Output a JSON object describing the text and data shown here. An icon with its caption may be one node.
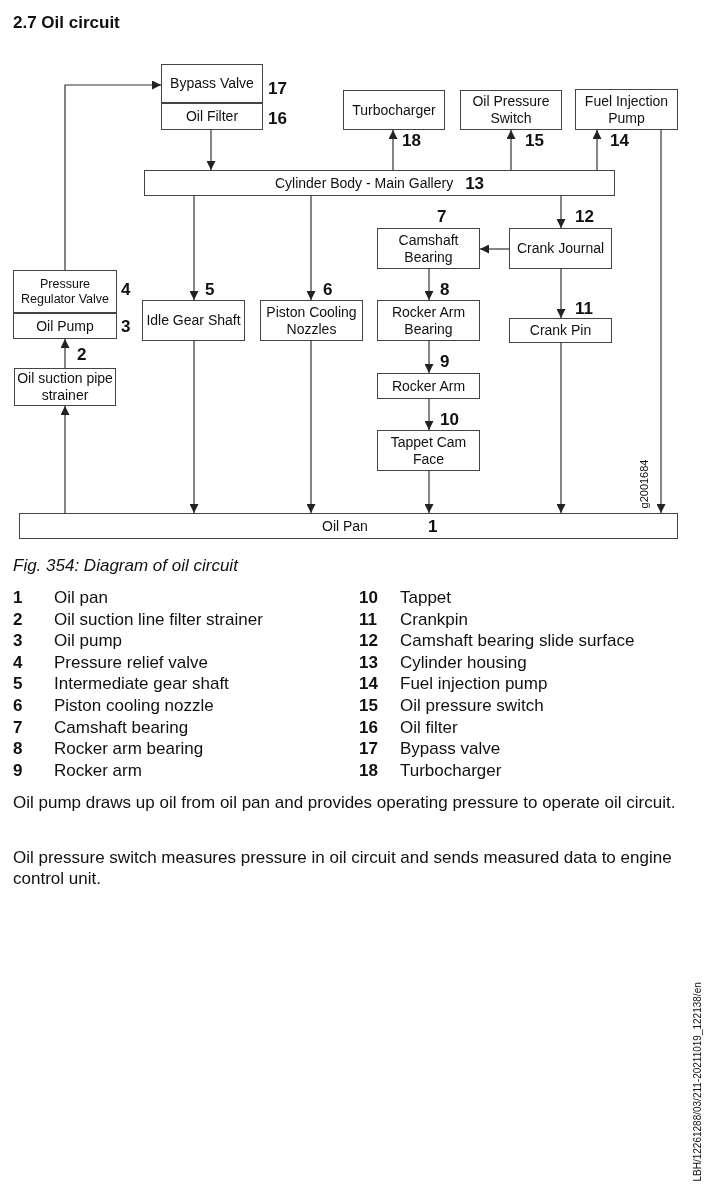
{
  "diagram": {
    "title": "2.7 Oil circuit",
    "caption": "Fig. 354: Diagram of oil circuit",
    "nodes": [
      {
        "text": [
          "Bypass Valve"
        ],
        "beside": [
          "17"
        ]
      },
      {
        "text": [
          "Oil Filter"
        ],
        "beside": [
          "16"
        ]
      },
      {
        "text": [
          "Turbocharger"
        ],
        "beside": [
          "18"
        ]
      },
      {
        "text": [
          "Oil Pressure Switch"
        ],
        "beside": [
          "15"
        ]
      },
      {
        "text": [
          "Fuel Injection Pump"
        ],
        "beside": [
          "14"
        ]
      },
      {
        "text": [
          "Cylinder Body - Main Gallery",
          "13"
        ]
      },
      {
        "text": [
          "Pressure Regulator Valve"
        ],
        "beside": [
          "4"
        ]
      },
      {
        "text": [
          "Oil Pump"
        ],
        "beside": [
          "3"
        ]
      },
      {
        "text": [
          "Oil suction pipe strainer"
        ],
        "beside": [
          "2"
        ]
      },
      {
        "text": [
          "Idle Gear Shaft"
        ],
        "beside": [
          "5"
        ]
      },
      {
        "text": [
          "Piston Cooling Nozzles"
        ],
        "beside": [
          "6"
        ]
      },
      {
        "text": [
          "Camshaft Bearing"
        ],
        "beside": [
          "7"
        ]
      },
      {
        "text": [
          "Crank Journal"
        ],
        "beside": [
          "12"
        ]
      },
      {
        "text": [
          "Rocker Arm Bearing"
        ],
        "beside": [
          "8"
        ]
      },
      {
        "text": [
          "Crank Pin"
        ],
        "beside": [
          "11"
        ]
      },
      {
        "text": [
          "Rocker Arm"
        ],
        "beside": [
          "9"
        ]
      },
      {
        "text": [
          "Tappet Cam Face"
        ],
        "beside": [
          "10"
        ]
      },
      {
        "text": [
          "Oil Pan",
          "1"
        ]
      }
    ],
    "edges": [
      {
        "from": 17,
        "to": 8,
        "arrow": "to"
      },
      {
        "from": 8,
        "to": 7,
        "arrow": "to"
      },
      {
        "from": 6,
        "to": 0,
        "arrow": "to"
      },
      {
        "from": 1,
        "to": 5,
        "arrow": "to"
      },
      {
        "from": 5,
        "to": 2,
        "arrow": "to"
      },
      {
        "from": 5,
        "to": 3,
        "arrow": "to"
      },
      {
        "from": 5,
        "to": 4,
        "arrow": "to"
      },
      {
        "from": 5,
        "to": 9,
        "arrow": "to"
      },
      {
        "from": 5,
        "to": 10,
        "arrow": "to"
      },
      {
        "from": 5,
        "to": 12,
        "arrow": "to"
      },
      {
        "from": 12,
        "to": 11,
        "arrow": "to"
      },
      {
        "from": 11,
        "to": 13,
        "arrow": "to"
      },
      {
        "from": 13,
        "to": 15,
        "arrow": "to"
      },
      {
        "from": 15,
        "to": 16,
        "arrow": "to"
      },
      {
        "from": 12,
        "to": 14,
        "arrow": "to"
      },
      {
        "from": 9,
        "to": 17,
        "arrow": "to"
      },
      {
        "from": 10,
        "to": 17,
        "arrow": "to"
      },
      {
        "from": 16,
        "to": 17,
        "arrow": "to"
      },
      {
        "from": 14,
        "to": 17,
        "arrow": "to"
      },
      {
        "from": 4,
        "to": 17,
        "arrow": "to"
      }
    ],
    "labels": [
      "g2001684",
      "1",
      "Oil pan",
      "10",
      "Tappet",
      "2",
      "Oil suction line filter strainer",
      "11",
      "Crankpin",
      "3",
      "Oil pump",
      "12",
      "Camshaft bearing slide surface",
      "4",
      "Pressure relief valve",
      "13",
      "Cylinder housing",
      "5",
      "Intermediate gear shaft",
      "14",
      "Fuel injection pump",
      "6",
      "Piston cooling nozzle",
      "15",
      "Oil pressure switch",
      "7",
      "Camshaft bearing",
      "16",
      "Oil filter",
      "8",
      "Rocker arm bearing",
      "17",
      "Bypass valve",
      "9",
      "Rocker arm",
      "18",
      "Turbocharger",
      "Oil pump draws up oil from oil pan and provides operating pressure to operate oil circuit.",
      "Oil pressure switch measures pressure in oil circuit and sends measured data to engine control unit.",
      "LBH/12261288/03/211-20211019_122138/en"
    ]
  }
}
